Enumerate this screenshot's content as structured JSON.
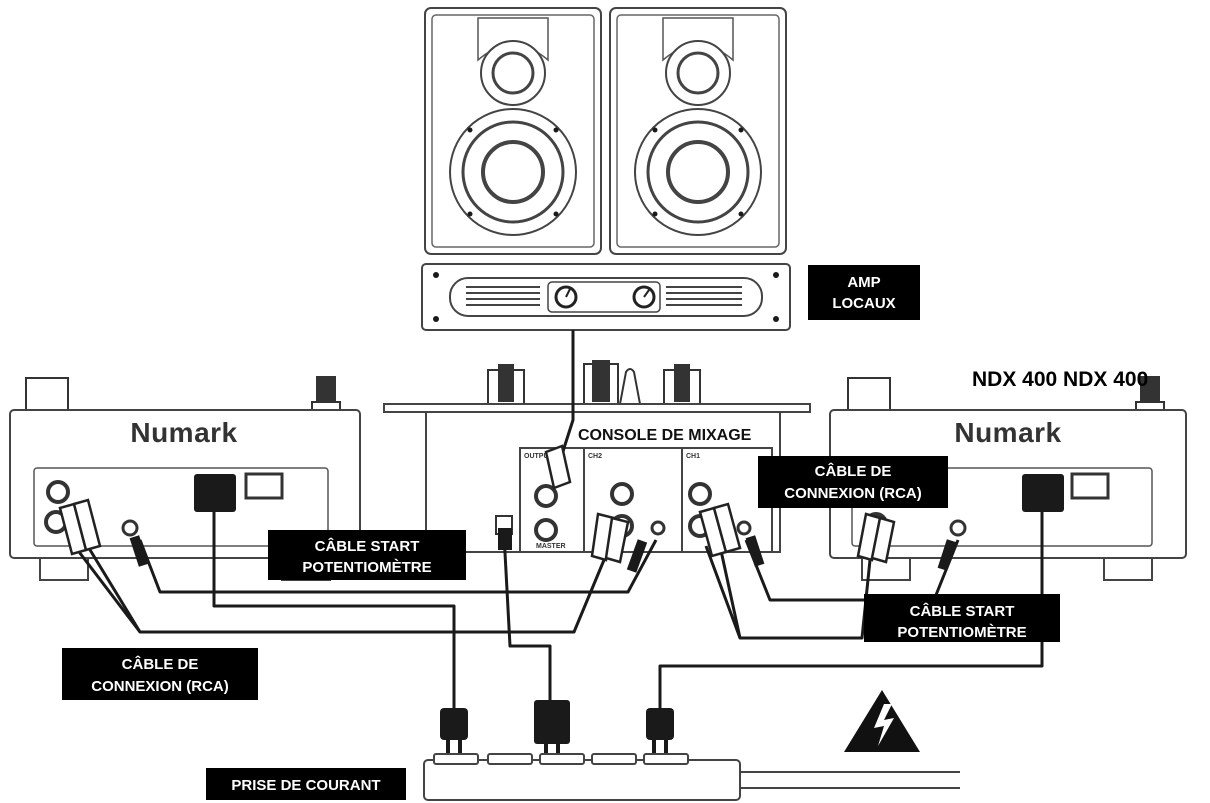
{
  "labels": {
    "amp": [
      "AMP",
      "LOCAUX"
    ],
    "mixer": "CONSOLE DE MIXAGE",
    "player_model": "NDX 400 NDX 400",
    "brand_left": "Numark",
    "brand_right": "Numark",
    "rca_cable_right": [
      "CÂBLE DE",
      "CONNEXION (RCA)"
    ],
    "rca_cable_left": [
      "CÂBLE DE",
      "CONNEXION (RCA)"
    ],
    "start_cable_left": [
      "CÂBLE START",
      "POTENTIOMÈTRE"
    ],
    "start_cable_right": [
      "CÂBLE START",
      "POTENTIOMÈTRE"
    ],
    "power_outlet": "PRISE DE COURANT"
  },
  "mixer_panel": {
    "output": "OUTPUT",
    "ch2": "CH2",
    "ch1": "CH1",
    "master": "MASTER"
  },
  "icons": [
    "speaker-icon",
    "amplifier-icon",
    "cd-player-icon",
    "mixer-icon",
    "power-plug-icon",
    "power-strip-icon",
    "high-voltage-warning-icon"
  ]
}
